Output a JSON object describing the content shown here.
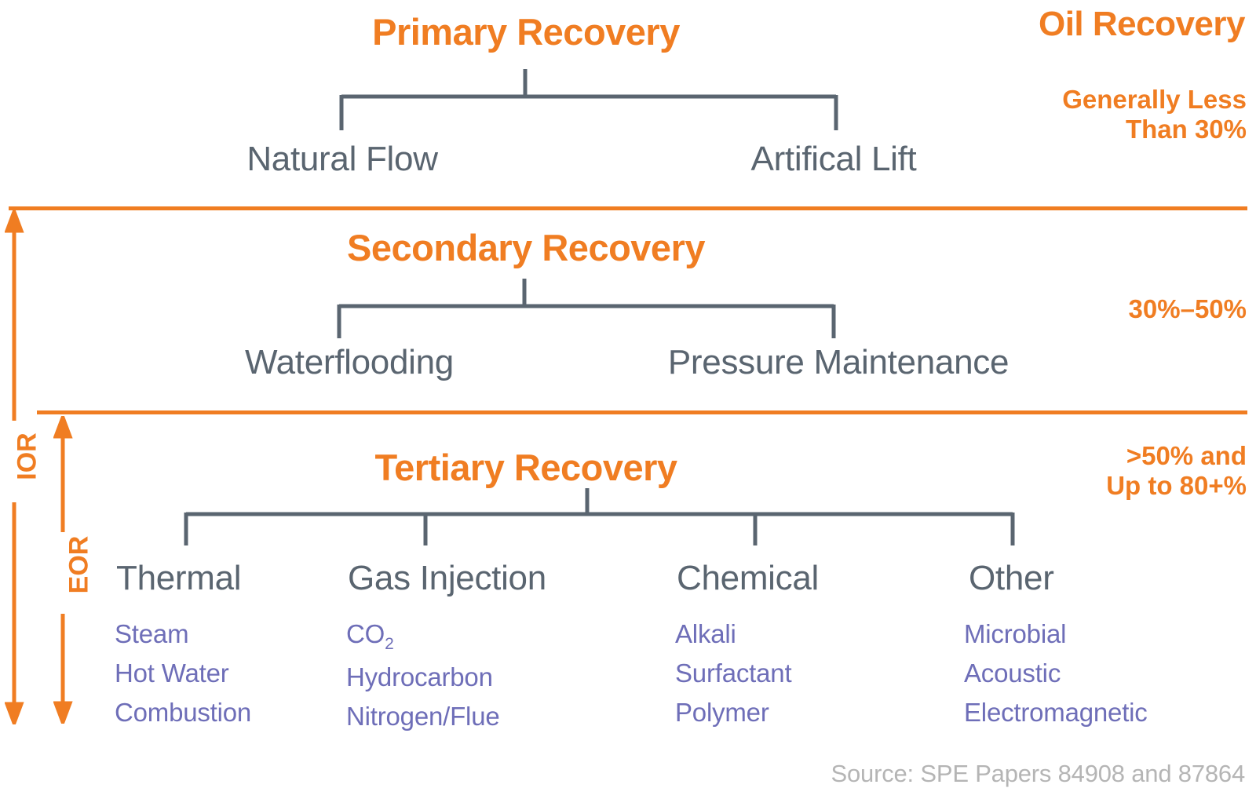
{
  "diagram": {
    "corner_title": "Oil Recovery",
    "source_note": "Source: SPE Papers 84908 and 87864",
    "colors": {
      "accent_orange": "#F07D22",
      "node_slate": "#5A6570",
      "subitem_purple": "#6E6EB8",
      "source_gray": "#B5B5B5",
      "background": "#FFFFFF"
    },
    "axes": [
      {
        "id": "ior",
        "label": "IOR",
        "direction": "double-headed-vertical"
      },
      {
        "id": "eor",
        "label": "EOR",
        "direction": "double-headed-vertical"
      }
    ],
    "tiers": [
      {
        "id": "primary",
        "title": "Primary Recovery",
        "recovery_label": "Generally Less\nThan 30%",
        "recovery_line1": "Generally Less",
        "recovery_line2": "Than 30%",
        "children": [
          {
            "label": "Natural Flow",
            "subitems": []
          },
          {
            "label": "Artifical Lift",
            "subitems": []
          }
        ]
      },
      {
        "id": "secondary",
        "title": "Secondary Recovery",
        "recovery_label": "30%–50%",
        "children": [
          {
            "label": "Waterflooding",
            "subitems": []
          },
          {
            "label": "Pressure Maintenance",
            "subitems": []
          }
        ]
      },
      {
        "id": "tertiary",
        "title": "Tertiary Recovery",
        "recovery_line1": ">50% and",
        "recovery_line2": "Up to 80+%",
        "children": [
          {
            "label": "Thermal",
            "subitems": [
              "Steam",
              "Hot Water",
              "Combustion"
            ]
          },
          {
            "label": "Gas Injection",
            "subitems": [
              "CO2",
              "Hydrocarbon",
              "Nitrogen/Flue"
            ],
            "subitems_display": [
              "CO₂",
              "Hydrocarbon",
              "Nitrogen/Flue"
            ]
          },
          {
            "label": "Chemical",
            "subitems": [
              "Alkali",
              "Surfactant",
              "Polymer"
            ]
          },
          {
            "label": "Other",
            "subitems": [
              "Microbial",
              "Acoustic",
              "Electromagnetic"
            ]
          }
        ]
      }
    ],
    "sub_labels": {
      "thermal": {
        "l1": "Steam",
        "l2": "Hot Water",
        "l3": "Combustion"
      },
      "gas": {
        "l1_main": "CO",
        "l1_sub": "2",
        "l2": "Hydrocarbon",
        "l3": "Nitrogen/Flue"
      },
      "chemical": {
        "l1": "Alkali",
        "l2": "Surfactant",
        "l3": "Polymer"
      },
      "other": {
        "l1": "Microbial",
        "l2": "Acoustic",
        "l3": "Electromagnetic"
      }
    }
  }
}
